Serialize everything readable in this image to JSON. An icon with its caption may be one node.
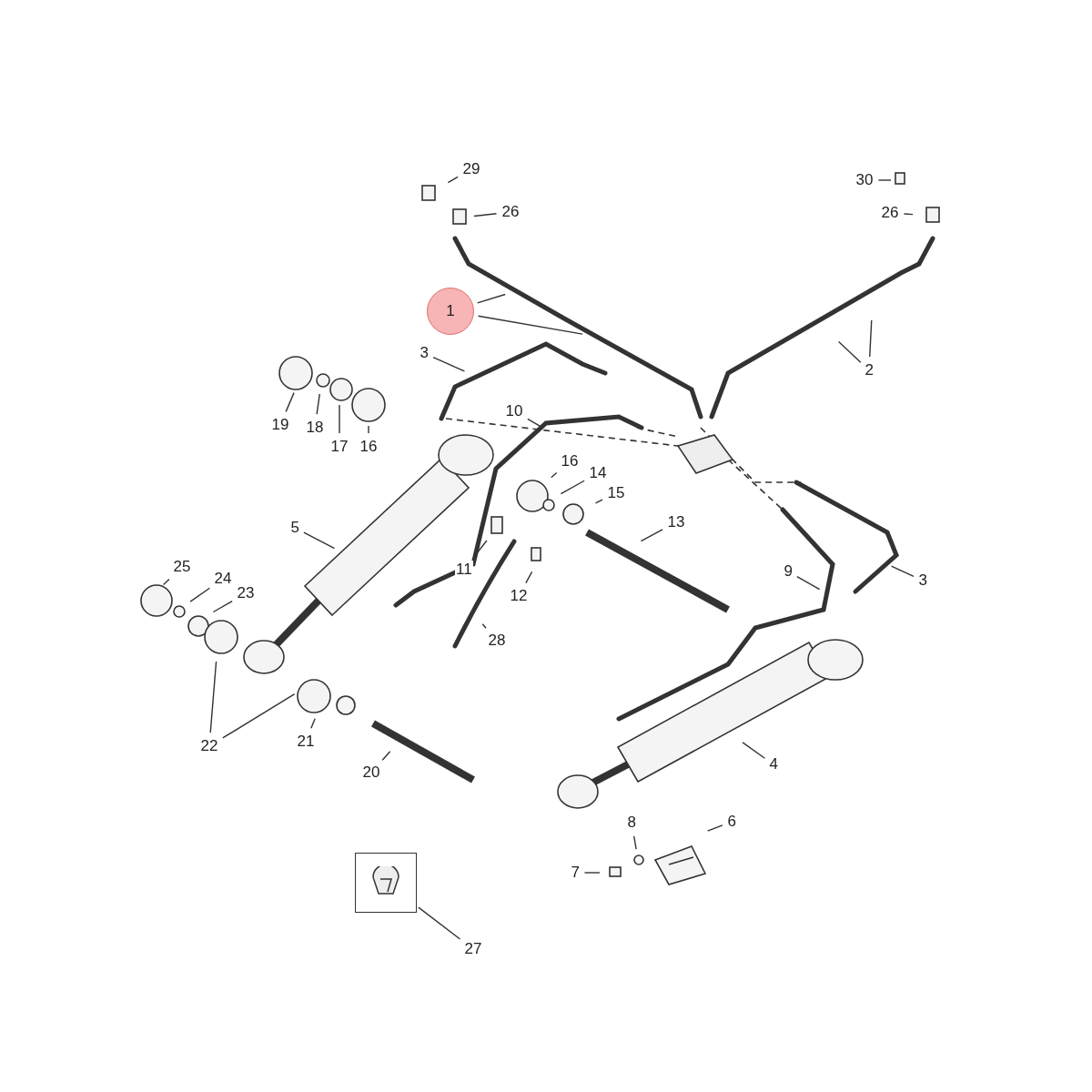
{
  "diagram": {
    "nodes": [
      {
        "text": [
          "29"
        ]
      },
      {
        "text": [
          "26"
        ]
      },
      {
        "text": [
          "30"
        ]
      },
      {
        "text": [
          "26"
        ]
      },
      {
        "text": [
          "1"
        ]
      },
      {
        "text": [
          "2"
        ]
      },
      {
        "text": [
          "3"
        ]
      },
      {
        "text": [
          "19"
        ]
      },
      {
        "text": [
          "18"
        ]
      },
      {
        "text": [
          "17"
        ]
      },
      {
        "text": [
          "16"
        ]
      },
      {
        "text": [
          "10"
        ]
      },
      {
        "text": [
          "16"
        ]
      },
      {
        "text": [
          "14"
        ]
      },
      {
        "text": [
          "15"
        ]
      },
      {
        "text": [
          "13"
        ]
      },
      {
        "text": [
          "5"
        ]
      },
      {
        "text": [
          "11"
        ]
      },
      {
        "text": [
          "12"
        ]
      },
      {
        "text": [
          "28"
        ]
      },
      {
        "text": [
          "9"
        ]
      },
      {
        "text": [
          "3"
        ]
      },
      {
        "text": [
          "25"
        ]
      },
      {
        "text": [
          "24"
        ]
      },
      {
        "text": [
          "23"
        ]
      },
      {
        "text": [
          "22"
        ]
      },
      {
        "text": [
          "21"
        ]
      },
      {
        "text": [
          "20"
        ]
      },
      {
        "text": [
          "4"
        ]
      },
      {
        "text": [
          "8"
        ]
      },
      {
        "text": [
          "6"
        ]
      },
      {
        "text": [
          "7"
        ]
      },
      {
        "text": [
          "27"
        ]
      },
      {
        "text": [],
        "shape": "box"
      }
    ],
    "edges": [
      {
        "from": 0,
        "to": null,
        "arrow": "none"
      },
      {
        "from": 1,
        "to": null,
        "arrow": "none"
      },
      {
        "from": 2,
        "to": null,
        "arrow": "none"
      },
      {
        "from": 3,
        "to": null,
        "arrow": "none"
      },
      {
        "from": 4,
        "to": null,
        "arrow": "none"
      },
      {
        "from": 4,
        "to": null,
        "arrow": "none"
      },
      {
        "from": 5,
        "to": null,
        "arrow": "none"
      },
      {
        "from": 5,
        "to": null,
        "arrow": "none"
      },
      {
        "from": 6,
        "to": null,
        "arrow": "none"
      },
      {
        "from": 7,
        "to": null,
        "arrow": "none"
      },
      {
        "from": 8,
        "to": null,
        "arrow": "none"
      },
      {
        "from": 9,
        "to": null,
        "arrow": "none"
      },
      {
        "from": 10,
        "to": null,
        "arrow": "none"
      },
      {
        "from": 11,
        "to": null,
        "arrow": "none"
      },
      {
        "from": 12,
        "to": null,
        "arrow": "none"
      },
      {
        "from": 13,
        "to": null,
        "arrow": "none"
      },
      {
        "from": 14,
        "to": null,
        "arrow": "none"
      },
      {
        "from": 15,
        "to": null,
        "arrow": "none"
      },
      {
        "from": 16,
        "to": null,
        "arrow": "none"
      },
      {
        "from": 17,
        "to": null,
        "arrow": "none"
      },
      {
        "from": 18,
        "to": null,
        "arrow": "none"
      },
      {
        "from": 19,
        "to": null,
        "arrow": "none"
      },
      {
        "from": 20,
        "to": null,
        "arrow": "none"
      },
      {
        "from": 21,
        "to": null,
        "arrow": "none"
      },
      {
        "from": 22,
        "to": null,
        "arrow": "none"
      },
      {
        "from": 23,
        "to": null,
        "arrow": "none"
      },
      {
        "from": 24,
        "to": null,
        "arrow": "none"
      },
      {
        "from": 25,
        "to": null,
        "arrow": "none"
      },
      {
        "from": 25,
        "to": null,
        "arrow": "none"
      },
      {
        "from": 26,
        "to": null,
        "arrow": "none"
      },
      {
        "from": 27,
        "to": null,
        "arrow": "none"
      },
      {
        "from": 28,
        "to": null,
        "arrow": "none"
      },
      {
        "from": 29,
        "to": null,
        "arrow": "none"
      },
      {
        "from": 30,
        "to": null,
        "arrow": "none"
      },
      {
        "from": 31,
        "to": null,
        "arrow": "none"
      },
      {
        "from": 32,
        "to": 33,
        "arrow": "none"
      }
    ]
  }
}
